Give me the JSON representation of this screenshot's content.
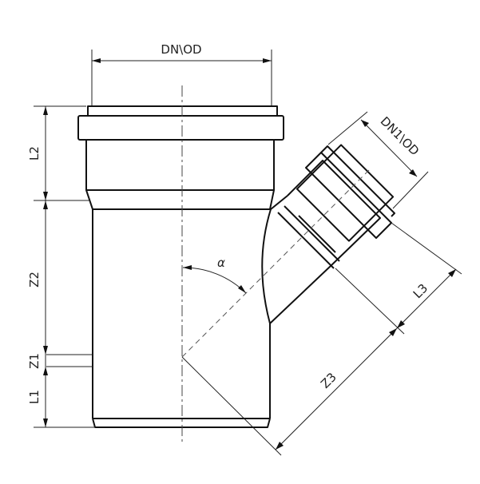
{
  "drawing": {
    "title": "Pipe branch fitting (Y-branch) dimension drawing",
    "labels": {
      "main_diameter": "DN\\OD",
      "branch_diameter": "DN1\\OD",
      "socket_length_main": "L2",
      "main_body_length": "Z2",
      "offset": "Z1",
      "spigot_length": "L1",
      "branch_socket_length": "L3",
      "branch_length": "Z3",
      "angle": "α"
    },
    "colors": {
      "line": "#111111",
      "background": "#ffffff"
    }
  }
}
